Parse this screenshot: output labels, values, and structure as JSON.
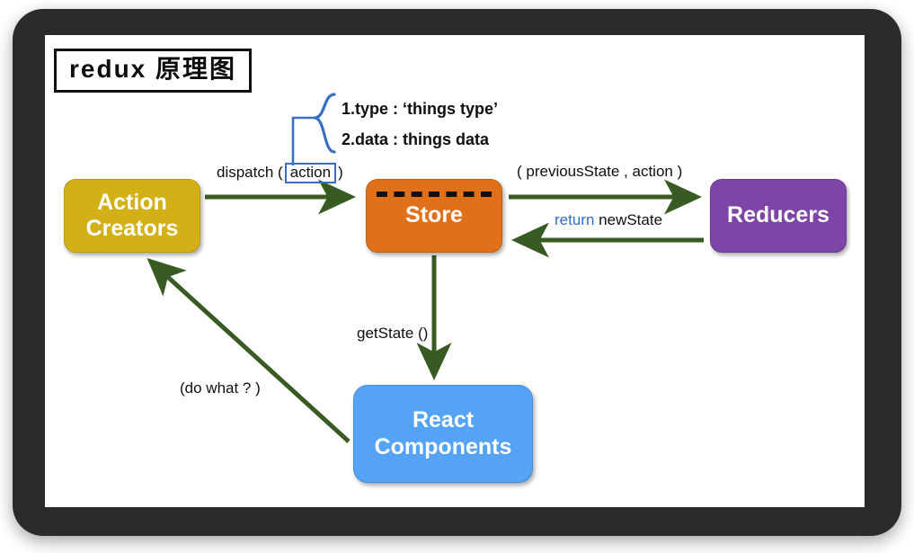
{
  "diagram": {
    "title": "redux 原理图",
    "nodes": [
      {
        "id": "action-creators",
        "label": "Action\nCreators",
        "color": "#D4B017"
      },
      {
        "id": "store",
        "label": "Store",
        "color": "#E0711A"
      },
      {
        "id": "reducers",
        "label": "Reducers",
        "color": "#7D46A6"
      },
      {
        "id": "react-components",
        "label": "React\nComponents",
        "color": "#54A3F5"
      }
    ],
    "labels": {
      "dispatch_prefix": "dispatch (",
      "dispatch_action": "action",
      "dispatch_suffix": ")",
      "previous_state": "( previousState , action )",
      "return_keyword": "return",
      "return_value": "newState",
      "get_state": "getState ()",
      "do_what": "(do what ? )"
    },
    "brace_notes": {
      "line1": "1.type : ‘things type’",
      "line2": "2.data :  things data"
    },
    "colors": {
      "arrow_green": "#375B23",
      "dotted_blue": "#3a6fc4",
      "brace_blue": "#3a6fc4",
      "frame_dark": "#2b2b2b",
      "screen_white": "#ffffff",
      "text_black": "#0f0f0f",
      "keyword_blue": "#2f6ec4"
    }
  }
}
